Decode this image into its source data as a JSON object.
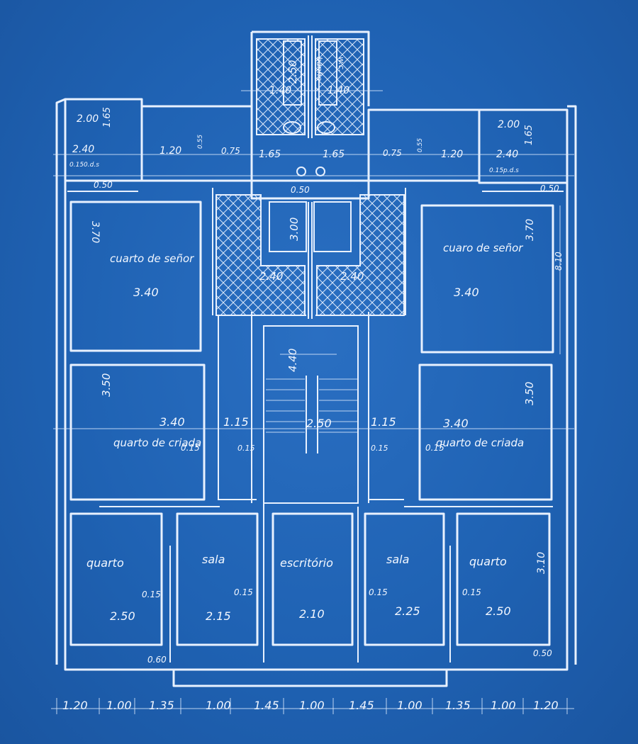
{
  "rooms": {
    "cuarto_senor_left": "cuarto de señor",
    "cuarto_senor_right": "cuaro de señor",
    "criada_left": "quarto de criada",
    "criada_right": "quarto de criada",
    "quarto_left": "quarto",
    "sala_left": "sala",
    "escritorio": "escritório",
    "sala_right": "sala",
    "quarto_right": "quarto",
    "banho_a": "banho",
    "banho_b": "w.c."
  },
  "dims": {
    "t_200_l": "2.00",
    "t_165_l": "1.65",
    "t_240_l": "2.40",
    "t_disp_l": "0.150.d.s",
    "t_050_l": "0.50",
    "t_120_l": "1.20",
    "t_055_l": "0.55",
    "t_075_l": "0.75",
    "t_165_a": "1.65",
    "t_165_b": "1.65",
    "t_075_r": "0.75",
    "t_055_r": "0.55",
    "t_120_r": "1.20",
    "t_200_r": "2.00",
    "t_165_r": "1.65",
    "t_240_r": "2.40",
    "t_disp_r": "0.15p.d.s",
    "t_050_r": "0.50",
    "t_050_c": "0.50",
    "t_250_top": "2.50",
    "t_140_a": "1.40",
    "t_140_b": "1.40",
    "t_300": "3.00",
    "t_240_ca": "2.40",
    "t_240_cb": "2.40",
    "t_370_l": "3.70",
    "t_340_l": "3.40",
    "t_370_r": "3.70",
    "t_340_r": "3.40",
    "t_810": "8.10",
    "t_440": "4.40",
    "t_350_l": "3.50",
    "t_340_cl": "3.40",
    "t_015_l": "0.15",
    "t_115_l": "1.15",
    "t_015_sl": "0.15",
    "t_250_st": "2.50",
    "t_115_r": "1.15",
    "t_015_sr": "0.15",
    "t_015_r": "0.15",
    "t_340_cr": "3.40",
    "t_350_r": "3.50",
    "t_015_q1": "0.15",
    "t_015_q2": "0.15",
    "t_015_q3": "0.15",
    "t_015_q4": "0.15",
    "t_250_q": "2.50",
    "t_215": "2.15",
    "t_210": "2.10",
    "t_225": "2.25",
    "t_250_qr": "2.50",
    "t_310": "3.10",
    "t_060": "0.60",
    "t_050_br": "0.50"
  },
  "bottom_dims": [
    "1.20",
    "1.00",
    "1.35",
    "1.00",
    "1.45",
    "1.00",
    "1.45",
    "1.00",
    "1.35",
    "1.00",
    "1.20"
  ]
}
